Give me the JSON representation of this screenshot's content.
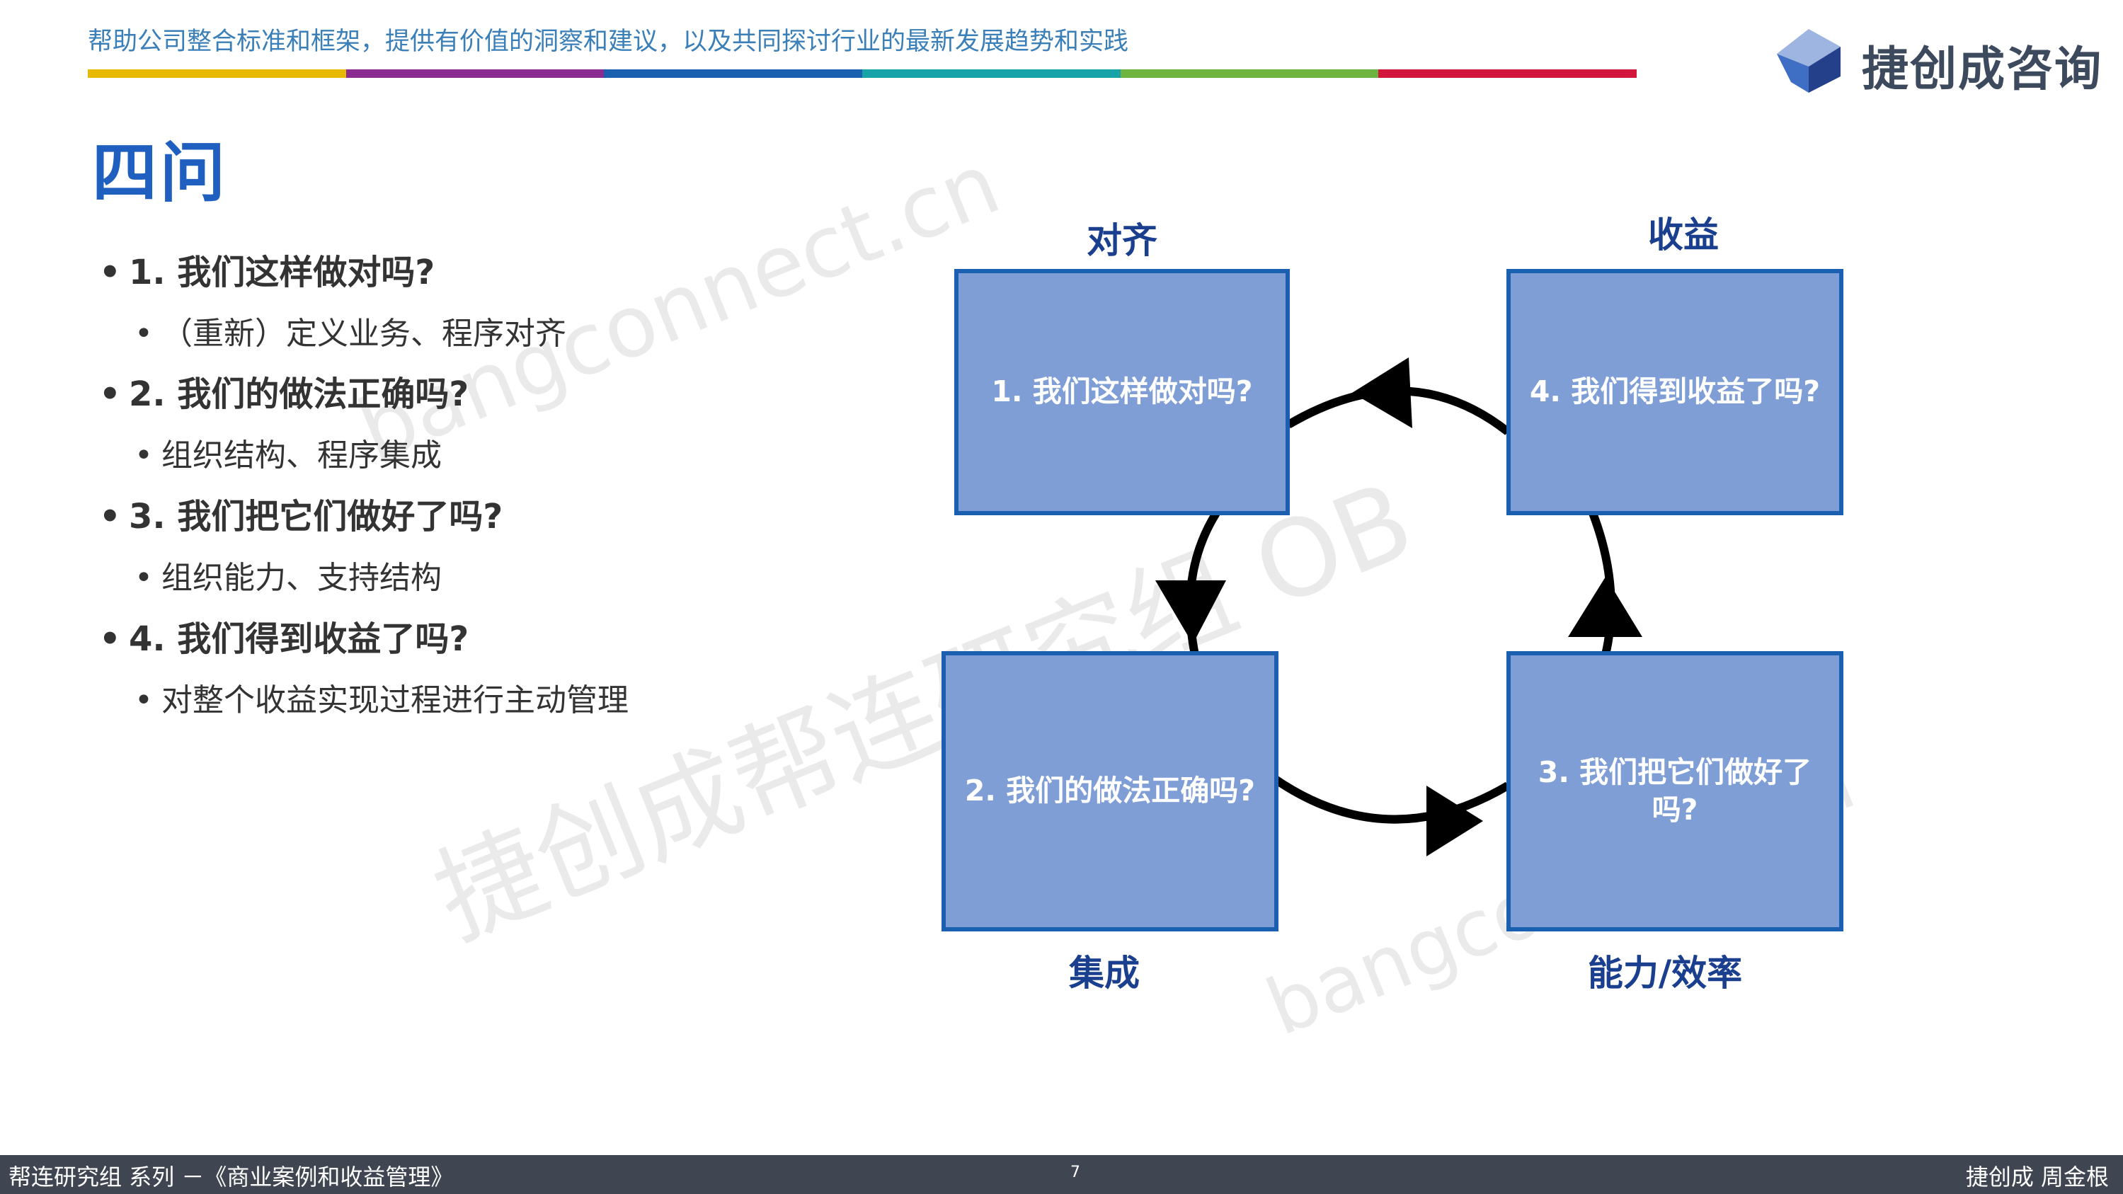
{
  "header": {
    "tagline": "帮助公司整合标准和框架，提供有价值的洞察和建议，以及共同探讨行业的最新发展趋势和实践",
    "bar_colors": [
      "#e6b800",
      "#8b2a8f",
      "#1b5fb1",
      "#17a2a8",
      "#6db33f",
      "#d3163e"
    ],
    "logo_text": "捷创成咨询",
    "logo_colors": {
      "top": "#9db5e0",
      "left": "#3f6fc4",
      "right": "#24408a"
    }
  },
  "page_title": "四问",
  "bullets": [
    {
      "text": "1.  我们这样做对吗?",
      "sub": "（重新）定义业务、程序对齐"
    },
    {
      "text": "2. 我们的做法正确吗?",
      "sub": "组织结构、程序集成"
    },
    {
      "text": "3. 我们把它们做好了吗?",
      "sub": "组织能力、支持结构"
    },
    {
      "text": "4. 我们得到收益了吗?",
      "sub": "对整个收益实现过程进行主动管理"
    }
  ],
  "bullet_glyph": "•",
  "diagram": {
    "boxes": [
      {
        "text": "1. 我们这样做对吗?"
      },
      {
        "text": "4. 我们得到收益了吗?"
      },
      {
        "text": "2. 我们的做法正确吗?"
      },
      {
        "text": "3. 我们把它们做好了吗?"
      }
    ],
    "labels": {
      "top_left": "对齐",
      "top_right": "收益",
      "bottom_left": "集成",
      "bottom_right": "能力/效率"
    },
    "box_color": "#7f9ed6",
    "border_color": "#1b5fb1",
    "label_color": "#1a3f8f"
  },
  "watermarks": [
    "bangconnect.cn",
    "捷创成帮连研究组 OB",
    "bangconnect.cn"
  ],
  "footer": {
    "left": "帮连研究组 系列  －《商业案例和收益管理》",
    "page_number": "7",
    "right": "捷创成 周金根"
  }
}
